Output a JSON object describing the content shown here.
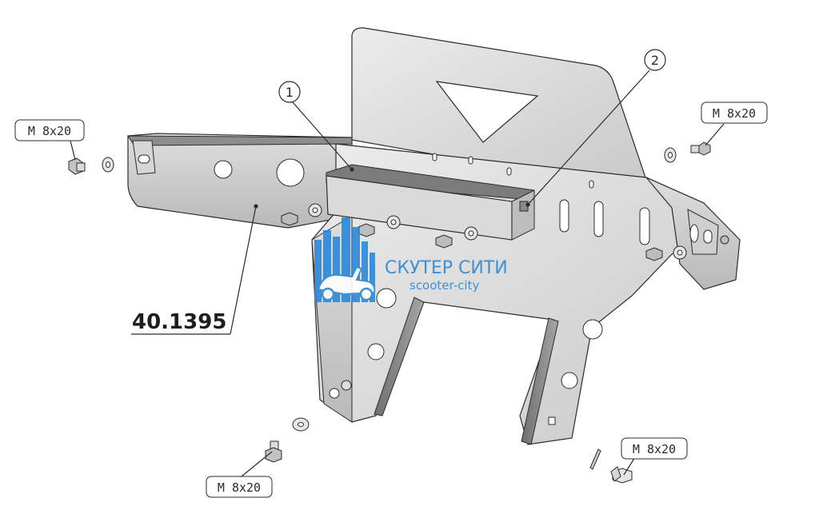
{
  "part_number": "40.1395",
  "callouts": [
    {
      "id": "callout-1",
      "label": "1"
    },
    {
      "id": "callout-2",
      "label": "2"
    }
  ],
  "bolt_labels": [
    {
      "id": "bolt-label-left",
      "text": "M 8x20"
    },
    {
      "id": "bolt-label-right",
      "text": "M 8x20"
    },
    {
      "id": "bolt-label-bottom-left",
      "text": "M 8x20"
    },
    {
      "id": "bolt-label-bottom-right",
      "text": "M 8x20"
    }
  ],
  "watermark": {
    "title": "СКУТЕР СИТИ",
    "subtitle": "scooter-city"
  },
  "colors": {
    "metal_light": "#e3e3e3",
    "metal_mid": "#cfcfcf",
    "metal_dark": "#9b9b9b",
    "outline": "#2b2b2b",
    "watermark": "#2d88d6"
  }
}
